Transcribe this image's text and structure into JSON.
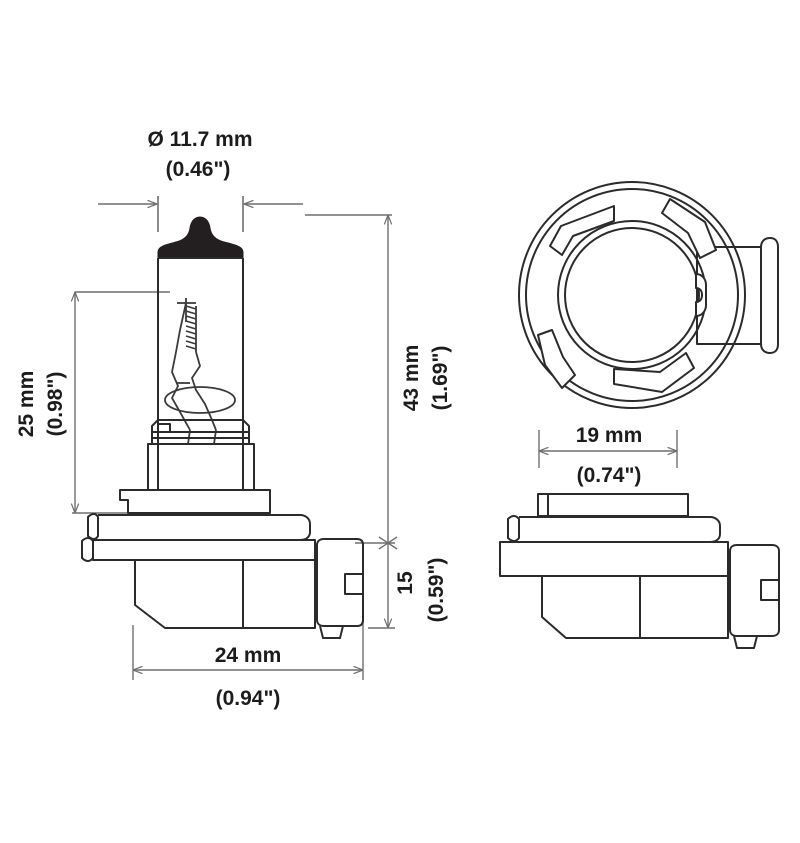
{
  "drawing": {
    "type": "technical-dimensional-drawing",
    "subject": "automotive halogen bulb (H11 type)",
    "line_color": "#2b2b2b",
    "dimension_line_color": "#6e6e6e",
    "tip_fill_color": "#231f20",
    "background_color": "#ffffff",
    "views": {
      "side_view": {
        "name": "bulb-side-view",
        "position": "left"
      },
      "top_view": {
        "name": "base-top-view",
        "position": "upper-right"
      },
      "bottom_view": {
        "name": "base-bottom-view",
        "position": "lower-right"
      }
    }
  },
  "dimensions": {
    "bulb_diameter": {
      "id": "bulb-diameter",
      "metric": "Ø 11.7 mm",
      "imperial": "(0.46\")",
      "value_mm": 11.7,
      "value_in": 0.46,
      "orientation": "horizontal",
      "placement": "top"
    },
    "glass_height": {
      "id": "glass-height",
      "metric": "25 mm",
      "imperial": "(0.98\")",
      "value_mm": 25,
      "value_in": 0.98,
      "orientation": "vertical",
      "placement": "left"
    },
    "overall_height": {
      "id": "overall-height",
      "metric": "43 mm",
      "imperial": "(1.69\")",
      "value_mm": 43,
      "value_in": 1.69,
      "orientation": "vertical",
      "placement": "right-of-side-view"
    },
    "base_height": {
      "id": "base-height",
      "metric": "15",
      "imperial": "(0.59\")",
      "value_mm": 15,
      "value_in": 0.59,
      "orientation": "vertical",
      "placement": "right-of-side-view-lower"
    },
    "base_length": {
      "id": "base-length",
      "metric": "24 mm",
      "imperial": "(0.94\")",
      "value_mm": 24,
      "value_in": 0.94,
      "orientation": "horizontal",
      "placement": "bottom"
    },
    "base_width": {
      "id": "base-width",
      "metric": "19 mm",
      "imperial": "(0.74\")",
      "value_mm": 19,
      "value_in": 0.74,
      "orientation": "horizontal",
      "placement": "middle-right"
    }
  }
}
